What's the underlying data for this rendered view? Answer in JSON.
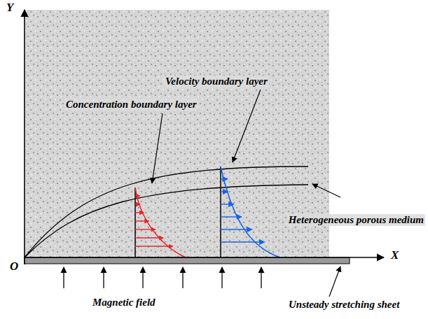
{
  "diagram": {
    "labels": [
      "Y",
      "X",
      "O",
      "Velocity boundary layer",
      "Concentration  boundary layer",
      "Heterogeneous porous medium",
      "Magnetic field",
      "Unsteady stretching sheet"
    ]
  }
}
